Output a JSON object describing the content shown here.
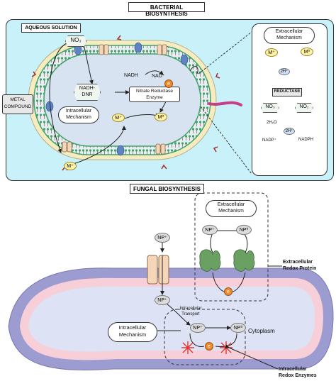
{
  "bacterial": {
    "title": "BACTERIAL BIOSYNTHESIS",
    "aqueous_label": "AQUEOUS SOLUTION",
    "no3": "NO₃",
    "nadh_dnr": "NADH-\nDNR",
    "intracellular": "Intracellular\nMechanism",
    "nadh": "NADH",
    "nad_plus": "NAD⁺",
    "enzyme": "Nitrate Reductase\nEnzyme",
    "electron": "e",
    "m_plus_inner": "M⁺",
    "m_zero_inner": "M⁰",
    "m_plus_outer": "M⁺",
    "metal_compound": "METAL\nCOMPOUND",
    "zoom": {
      "extracellular": "Extracellular\nMechanism",
      "m_plus": "M⁺",
      "m_zero": "M⁰",
      "two_h": "2H⁺",
      "reductase": "REDUCTASE",
      "no3": "NO₃",
      "no2": "NO₂",
      "h2o": "2H₂O",
      "two_h_lower": "2H⁺",
      "nadp": "NADP⁺",
      "nadph": "NADPH"
    }
  },
  "fungal": {
    "title": "FUNGAL BIOSYNTHESIS",
    "extracellular": "Extracellular\nMechanism",
    "np_plus_ext": "NP⁺",
    "np_zero_ext": "NP⁰",
    "np_plus_channel": "NP⁺",
    "np_plus_inside": "NP⁺",
    "extracellular_protein": "Extracellular\nRedox Protein",
    "electron_ext": "e",
    "intracellular_transport": "Intracellular\nTransport",
    "np_plus_intra": "NP⁺",
    "np_zero_intra": "NP⁰",
    "electron_intra": "e",
    "cytoplasm": "Cytoplasm",
    "intracellular": "Intracellular\nMechanism",
    "intracellular_enzymes": "Intracellular\nRedox Enzymes"
  },
  "colors": {
    "aqueous_bg": "#c8f1f9",
    "cell_membrane": "#f6ecc0",
    "cell_inner": "#d7e3f1",
    "membrane_green": "#3fa468",
    "fungal_outer": "#9d9cd1",
    "fungal_pink": "#f6cfd8",
    "fungal_inner": "#dde3f5",
    "protein_green": "#6ba063",
    "electron_orange": "#f08a2c",
    "enzyme_red": "#e5322b"
  }
}
